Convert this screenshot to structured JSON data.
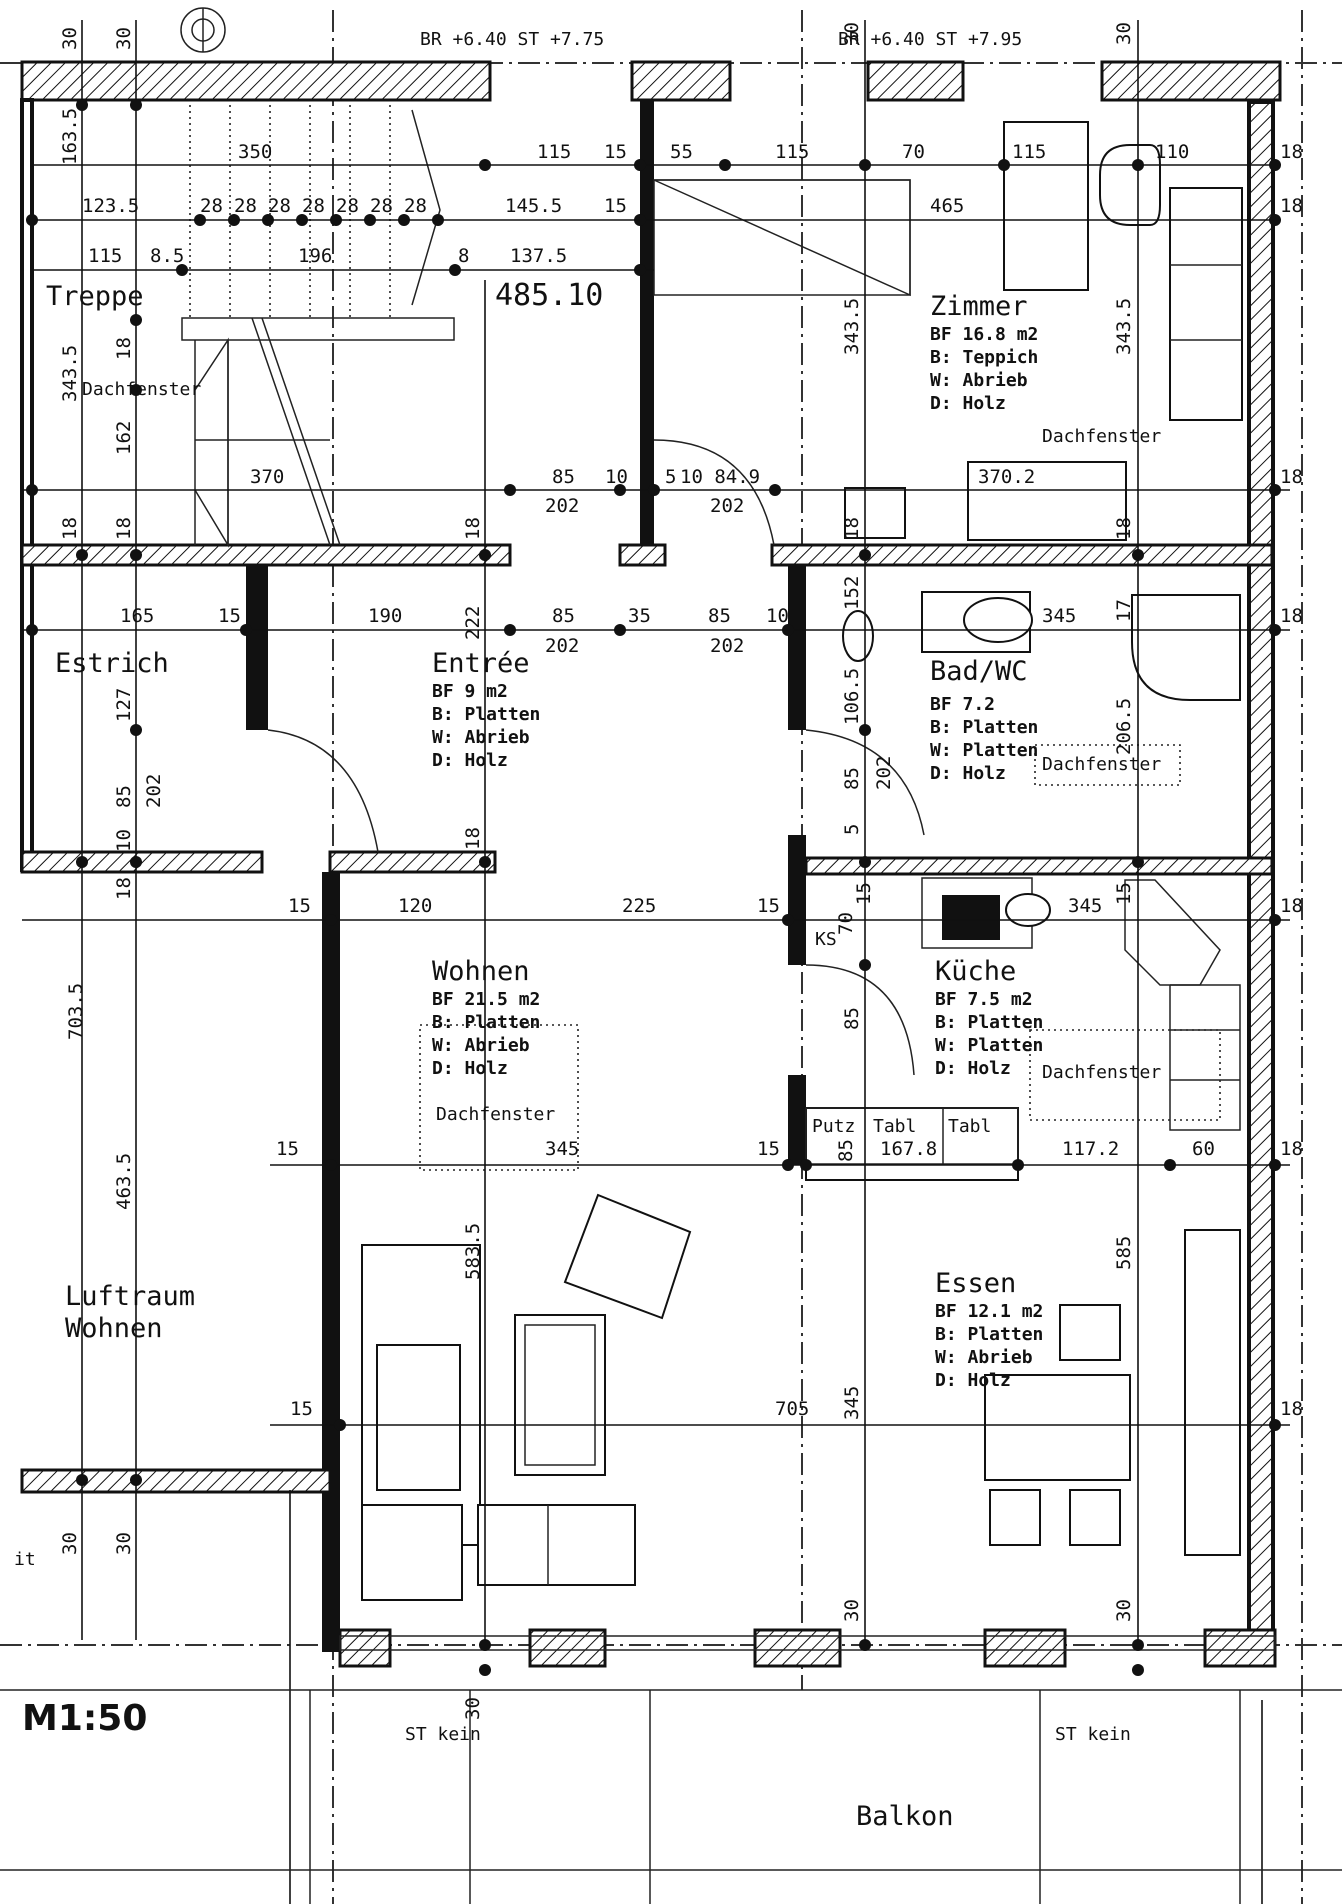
{
  "header": {
    "level_left": "BR +6.40 ST +7.75",
    "level_right": "BR +6.40 ST +7.95"
  },
  "rooms": {
    "treppe": {
      "name": "Treppe",
      "skylight": "Dachfenster"
    },
    "zimmer": {
      "name": "Zimmer",
      "area": "BF 16.8 m2",
      "floor": "B: Teppich",
      "wall": "W: Abrieb",
      "ceiling": "D: Holz",
      "skylight": "Dachfenster"
    },
    "estrich": {
      "name": "Estrich"
    },
    "entree": {
      "name": "Entrée",
      "area": "BF 9 m2",
      "floor": "B: Platten",
      "wall": "W: Abrieb",
      "ceiling": "D: Holz"
    },
    "bad": {
      "name": "Bad/WC",
      "area": "BF 7.2",
      "floor": "B: Platten",
      "wall": "W: Platten",
      "ceiling": "D: Holz",
      "skylight": "Dachfenster"
    },
    "wohnen": {
      "name": "Wohnen",
      "area": "BF 21.5 m2",
      "floor": "B: Platten",
      "wall": "W: Abrieb",
      "ceiling": "D: Holz",
      "skylight": "Dachfenster"
    },
    "kueche": {
      "name": "Küche",
      "area": "BF 7.5 m2",
      "floor": "B: Platten",
      "wall": "W: Platten",
      "ceiling": "D: Holz",
      "skylight": "Dachfenster"
    },
    "essen": {
      "name": "Essen",
      "area": "BF 12.1 m2",
      "floor": "B: Platten",
      "wall": "W: Abrieb",
      "ceiling": "D: Holz"
    },
    "luftraum": {
      "line1": "Luftraum",
      "line2": "Wohnen"
    },
    "balkon": {
      "name": "Balkon"
    }
  },
  "labels": {
    "elevation": "485.10",
    "ks": "KS",
    "putz": "Putz",
    "tabl1": "Tabl",
    "tabl2": "Tabl",
    "st_kein_left": "ST kein",
    "st_kein_right": "ST kein",
    "scale": "M1:50",
    "edge_mark": "it"
  },
  "dimensions": {
    "d_30a": "30",
    "d_30b": "30",
    "d_30c": "30",
    "d_30d": "30",
    "d_163_5": "163.5",
    "d_350": "350",
    "d_115a": "115",
    "d_15a": "15",
    "d_55": "55",
    "d_115b": "115",
    "d_70a": "70",
    "d_115c": "115",
    "d_110": "110",
    "d_18a": "18",
    "d_123_5": "123.5",
    "d_28a": "28",
    "d_28b": "28",
    "d_28c": "28",
    "d_28d": "28",
    "d_28e": "28",
    "d_28f": "28",
    "d_28g": "28",
    "d_28h": "28",
    "d_145_5": "145.5",
    "d_15b": "15",
    "d_465": "465",
    "d_18b": "18",
    "d_115d": "115",
    "d_8_5": "8.5",
    "d_196": "196",
    "d_8": "8",
    "d_137_5": "137.5",
    "d_343_5a": "343.5",
    "d_343_5b": "343.5",
    "d_343_5c": "343.5",
    "d_18c": "18",
    "d_162": "162",
    "d_370": "370",
    "d_85a": "85",
    "d_10a": "10",
    "d_5": "5",
    "d_10_84_9": "10 84.9",
    "d_370_2": "370.2",
    "d_18d": "18",
    "d_202a": "202",
    "d_202b": "202",
    "d_18e": "18",
    "d_18f": "18",
    "d_18g": "18",
    "d_18h": "18",
    "d_18i": "18",
    "d_165": "165",
    "d_15c": "15",
    "d_190": "190",
    "d_222": "222",
    "d_85b": "85",
    "d_35": "35",
    "d_85c": "85",
    "d_10b": "10",
    "d_152": "152",
    "d_345a": "345",
    "d_17": "17",
    "d_18j": "18",
    "d_202c": "202",
    "d_202d": "202",
    "d_127": "127",
    "d_106_5": "106.5",
    "d_206_5": "206.5",
    "d_85d": "85",
    "d_202e": "202",
    "d_85e": "85",
    "d_202f": "202",
    "d_5b": "5",
    "d_10c": "10",
    "d_18k": "18",
    "d_18l": "18",
    "d_15d": "15",
    "d_120": "120",
    "d_225": "225",
    "d_15e": "15",
    "d_70b": "70",
    "d_15f": "15",
    "d_345b": "345",
    "d_15g": "15",
    "d_18m": "18",
    "d_703_5": "703.5",
    "d_85f": "85",
    "d_15h": "15",
    "d_345c": "345",
    "d_15i": "15",
    "d_85g": "85",
    "d_167_8": "167.8",
    "d_117_2": "117.2",
    "d_60": "60",
    "d_18n": "18",
    "d_463_5": "463.5",
    "d_583_5": "583.5",
    "d_585": "585",
    "d_15j": "15",
    "d_705": "705",
    "d_345d": "345",
    "d_18o": "18",
    "d_30e": "30",
    "d_30f": "30",
    "d_30g": "30",
    "d_30h": "30",
    "d_30i": "30"
  }
}
